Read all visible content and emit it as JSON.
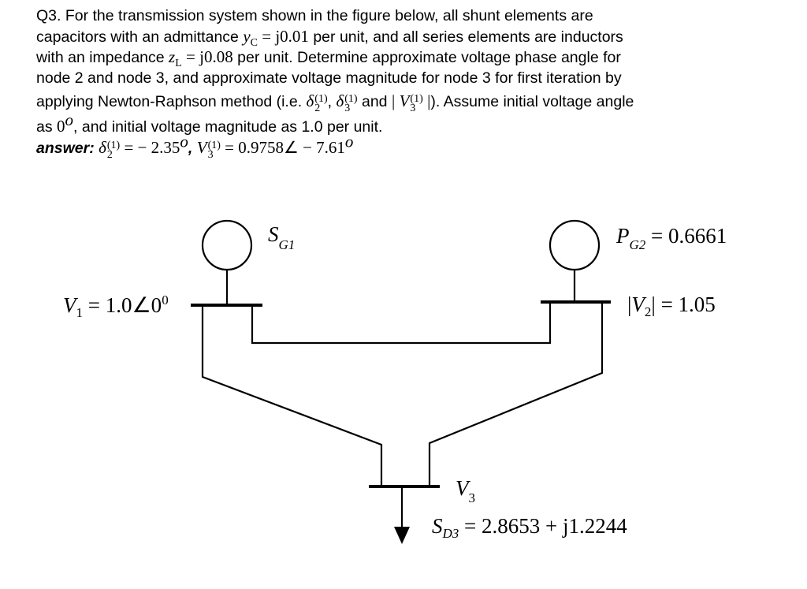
{
  "question": {
    "line1": "Q3. For the transmission system shown in the figure below, all shunt elements are",
    "line2a": "capacitors with an admittance",
    "yc_sym": "y",
    "yc_sub": "C",
    "yc_val": " = j0.01",
    "line2b": " per unit, and all series elements are inductors",
    "line3a": "with an impedance",
    "zl_sym": "z",
    "zl_sub": "L",
    "zl_val": " = j0.08",
    "line3b": " per unit. Determine approximate voltage phase angle for",
    "line4": "node 2 and node 3, and approximate voltage magnitude for node 3 for first iteration by",
    "line5a": "applying Newton-Raphson method (i.e.",
    "delta": "δ",
    "iter": "(1)",
    "n2": "2",
    "n3": "3",
    "comma": ",",
    "and": "and",
    "bar": "|",
    "v_sym": "V",
    "line5b": "). Assume initial voltage angle",
    "line6a": "as",
    "zero_deg": "0",
    "deg_o": "o",
    "line6b": ", and initial voltage magnitude as 1.0 per unit."
  },
  "answer": {
    "tag": "answer:",
    "d2_val": " = − 2.35",
    "deg_o": "o",
    "sep": ",",
    "v3_val": " = 0.9758∠ − 7.61",
    "deg_o2": "o"
  },
  "diagram": {
    "sg1_sym": "S",
    "sg1_sub": "G1",
    "pg2_sym": "P",
    "pg2_sub": "G2",
    "pg2_val": " = 0.6661",
    "v1_sym": "V",
    "v1_sub": "1",
    "v1_val": " = 1.0∠0",
    "v1_sup": "0",
    "v2_bar": "|",
    "v2_sym": "V",
    "v2_sub": "2",
    "v2_val": " = 1.05",
    "v3_sym": "V",
    "v3_sub": "3",
    "sd3_sym": "S",
    "sd3_sub": "D3",
    "sd3_val": " = 2.8653 + j1.2244"
  }
}
